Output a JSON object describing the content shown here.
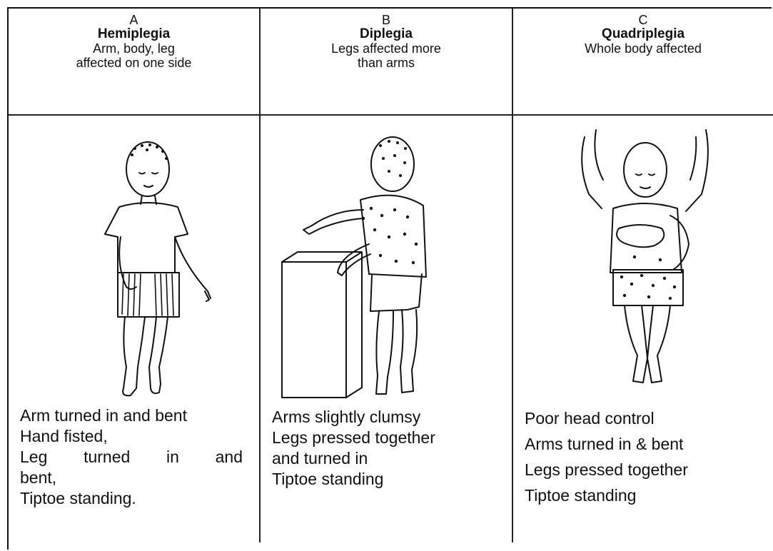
{
  "columns": [
    {
      "letter": "A",
      "name": "Hemiplegia",
      "description_lines": [
        "Arm, body, leg",
        "affected on one side"
      ],
      "figure_icon": "hemiplegia-child-illustration",
      "notes": [
        "Arm turned in and bent",
        "Hand fisted,",
        "Leg turned in and",
        "bent,",
        "Tiptoe standing."
      ],
      "justified_words": [
        "Leg",
        "turned",
        "in",
        "and"
      ]
    },
    {
      "letter": "B",
      "name": "Diplegia",
      "description_lines": [
        "Legs affected more",
        "than arms"
      ],
      "figure_icon": "diplegia-child-illustration",
      "notes": [
        "Arms slightly clumsy",
        "Legs pressed together",
        "and turned in",
        "Tiptoe standing"
      ]
    },
    {
      "letter": "C",
      "name": "Quadriplegia",
      "description_lines": [
        "Whole body affected"
      ],
      "figure_icon": "quadriplegia-child-illustration",
      "notes": [
        "Poor head control",
        "Arms turned in & bent",
        "Legs pressed together",
        "Tiptoe standing"
      ]
    }
  ]
}
